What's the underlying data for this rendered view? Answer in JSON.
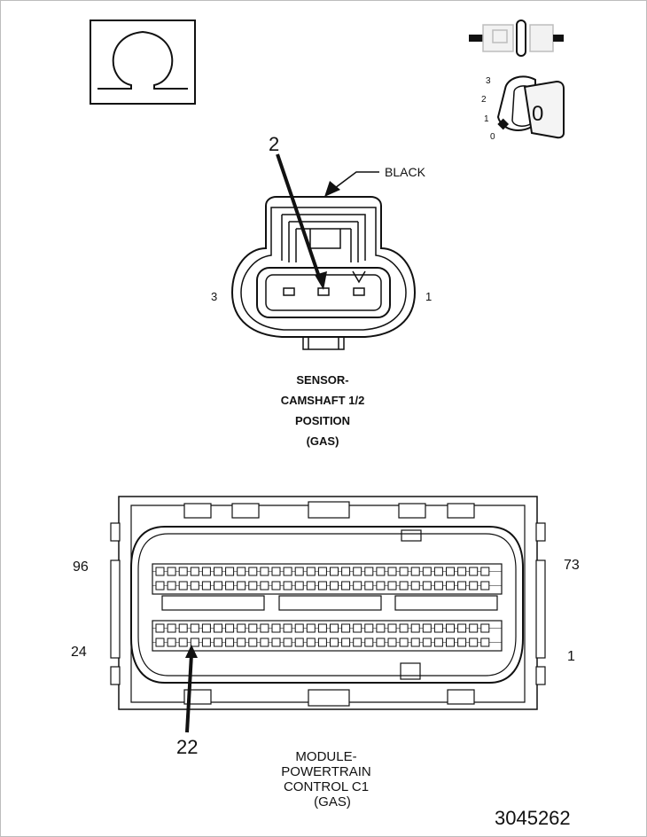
{
  "ohm_symbol": "Ω",
  "key_switch": {
    "positions": [
      "3",
      "2",
      "1",
      "0"
    ],
    "key_label": "0"
  },
  "sensor": {
    "pin_callout": "2",
    "color_label": "BLACK",
    "left_pin_label": "3",
    "right_pin_label": "1",
    "name_lines": [
      "SENSOR-",
      "CAMSHAFT 1/2",
      "POSITION",
      "(GAS)"
    ]
  },
  "pcm": {
    "top_left_label": "96",
    "top_right_label": "73",
    "bottom_left_label": "24",
    "bottom_right_label": "1",
    "pin_callout": "22",
    "name_lines": [
      "MODULE-",
      "POWERTRAIN",
      "CONTROL C1",
      "(GAS)"
    ]
  },
  "figure_number": "3045262",
  "colors": {
    "line": "#111111",
    "connector_fill": "#ffffff"
  }
}
